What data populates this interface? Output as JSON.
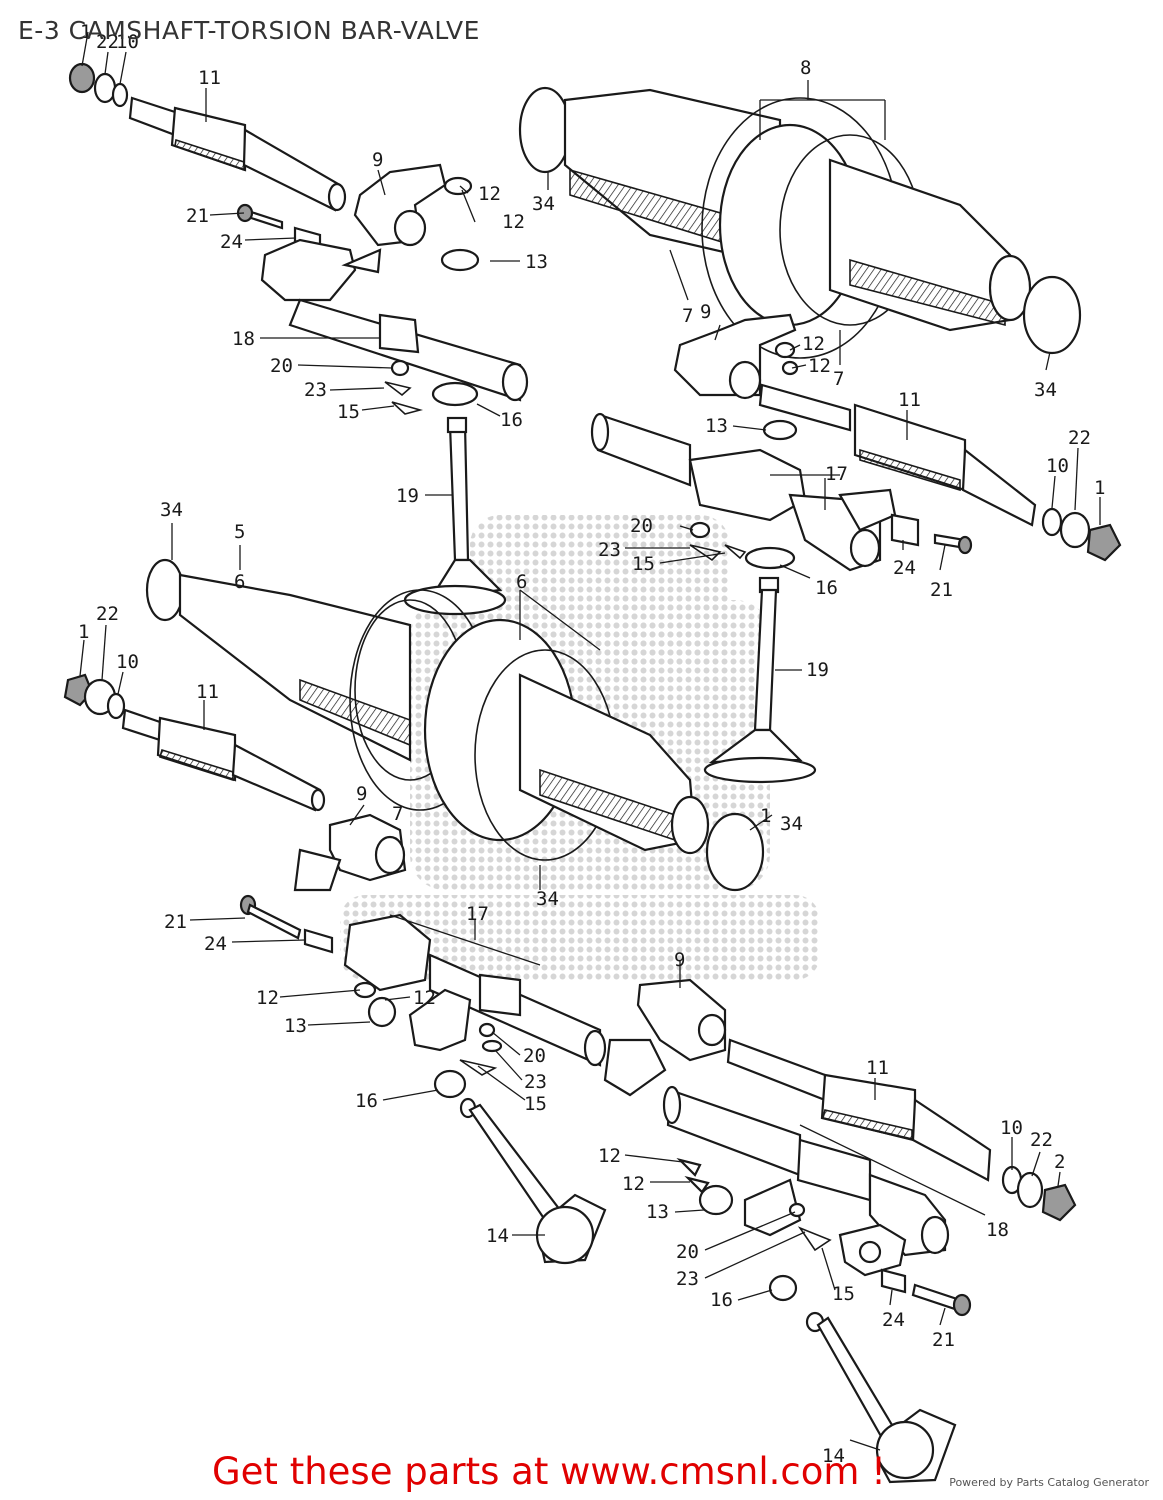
{
  "diagram": {
    "title": "E-3 CAMSHAFT-TORSION BAR-VALVE"
  },
  "labels": [
    "1",
    "22",
    "10",
    "11",
    "9",
    "12",
    "12",
    "21",
    "24",
    "13",
    "18",
    "20",
    "23",
    "15",
    "16",
    "19",
    "34",
    "8",
    "34",
    "7",
    "9",
    "12",
    "12",
    "7",
    "34",
    "11",
    "13",
    "17",
    "20",
    "23",
    "15",
    "16",
    "24",
    "21",
    "22",
    "10",
    "1",
    "19",
    "34",
    "5",
    "6",
    "6",
    "1",
    "22",
    "10",
    "11",
    "9",
    "7",
    "34",
    "1",
    "21",
    "24",
    "17",
    "12",
    "12",
    "13",
    "20",
    "23",
    "15",
    "16",
    "14",
    "9",
    "11",
    "10",
    "22",
    "2",
    "12",
    "12",
    "13",
    "20",
    "23",
    "18",
    "16",
    "15",
    "24",
    "21",
    "14"
  ],
  "footer": {
    "cta": "Get these parts at www.cmsnl.com !",
    "credit": "Powered by Parts Catalog Generator"
  },
  "colors": {
    "cta": "#e00000",
    "ink": "#1a1a1a",
    "watermark": "#d6d6d6"
  }
}
